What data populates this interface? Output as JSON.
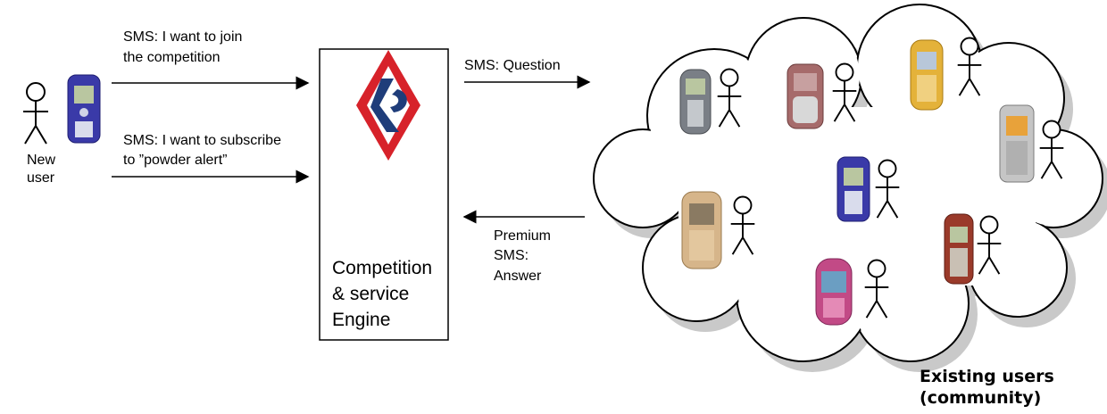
{
  "new_user": {
    "label_line1": "New",
    "label_line2": "user"
  },
  "messages": {
    "join_line1": "SMS: I want to join",
    "join_line2": "the competition",
    "subscribe_line1": "SMS: I want to subscribe",
    "subscribe_line2": "to ”powder alert”",
    "question": "SMS: Question",
    "answer_line1": "Premium",
    "answer_line2": "SMS:",
    "answer_line3": "Answer"
  },
  "engine": {
    "line1": "Competition",
    "line2": "& service",
    "line3": "Engine"
  },
  "community": {
    "line1": "Existing users",
    "line2": "(community)"
  },
  "colors": {
    "logo_red": "#d7222a",
    "logo_blue": "#1f3d7a",
    "cloud_shadow": "#c9c9c9"
  }
}
